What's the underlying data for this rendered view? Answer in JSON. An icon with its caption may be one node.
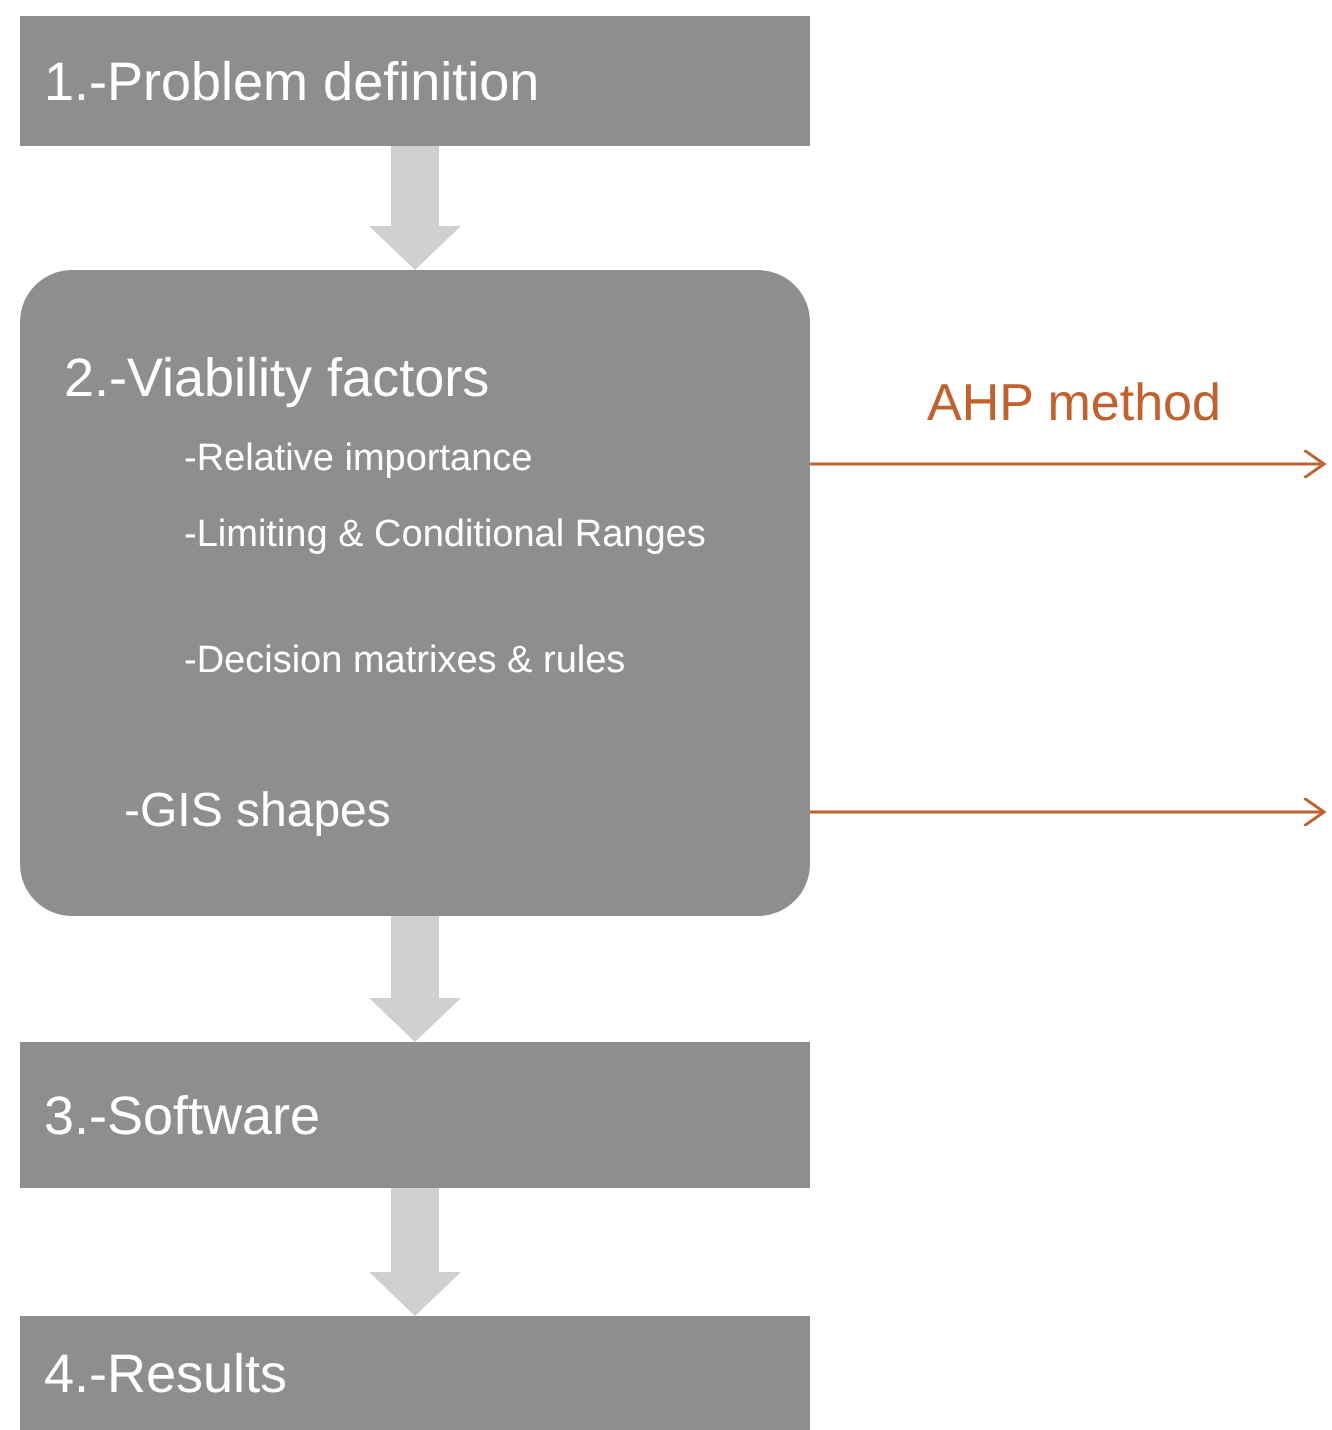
{
  "diagram": {
    "nodes": [
      {
        "text": [
          "1.-Problem definition"
        ]
      },
      {
        "text": [
          "2.-Viability factors"
        ]
      },
      {
        "text": [
          "-Relative importance"
        ],
        "in": 1
      },
      {
        "text": [
          "-Limiting & Conditional Ranges"
        ],
        "in": 1
      },
      {
        "text": [
          "-Decision matrixes & rules"
        ],
        "in": 1
      },
      {
        "text": [
          "-GIS shapes"
        ],
        "in": 1
      },
      {
        "text": [
          "3.-Software"
        ]
      },
      {
        "text": [
          "4.-Results"
        ]
      }
    ],
    "edges": [
      {
        "from": 0,
        "to": 1,
        "arrow": "to"
      },
      {
        "from": 1,
        "to": 6,
        "arrow": "to"
      },
      {
        "from": 6,
        "to": 7,
        "arrow": "to"
      },
      {
        "from": 2,
        "to": null,
        "arrow": "to",
        "label": "AHP method",
        "color": "#c0622f"
      },
      {
        "from": 5,
        "to": null,
        "arrow": "to",
        "color": "#c0622f"
      }
    ]
  }
}
